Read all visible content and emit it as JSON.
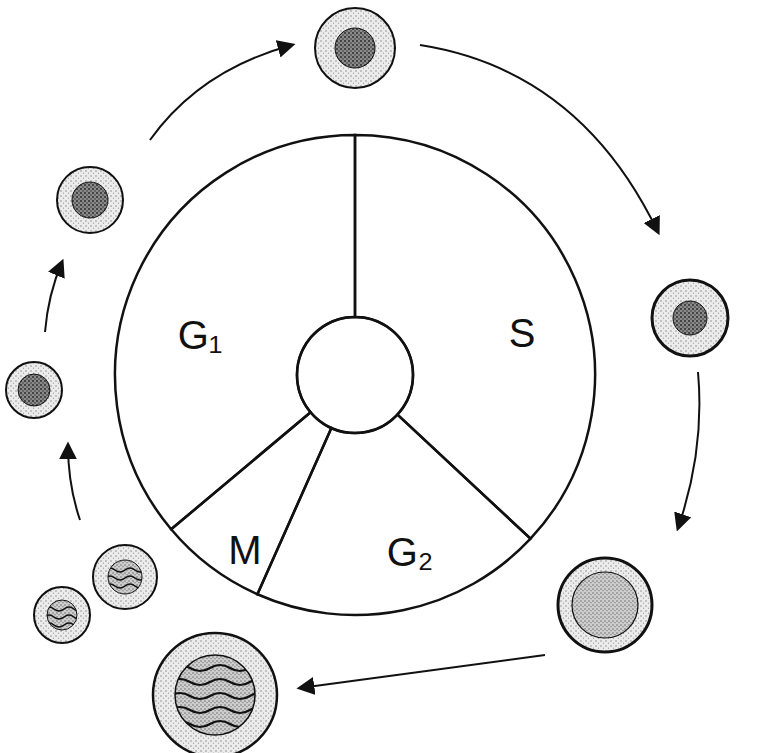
{
  "diagram": {
    "nodes": [
      {
        "text": [
          "G₁"
        ]
      },
      {
        "text": [
          "S"
        ]
      },
      {
        "text": [
          "M"
        ]
      },
      {
        "text": [
          "G₂"
        ]
      }
    ]
  }
}
